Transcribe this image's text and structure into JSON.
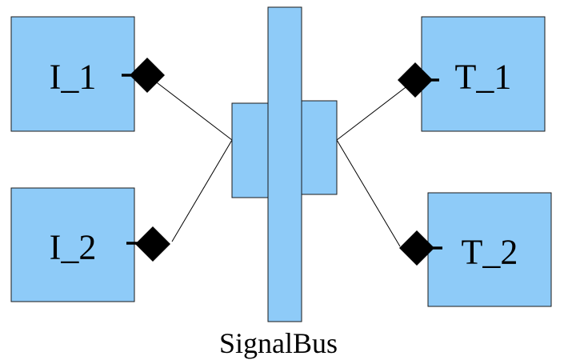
{
  "blocks": {
    "initiator_1": {
      "label": "I_1"
    },
    "initiator_2": {
      "label": "I_2"
    },
    "target_1": {
      "label": "T_1"
    },
    "target_2": {
      "label": "T_2"
    }
  },
  "bus": {
    "label": "SignalBus"
  },
  "colors": {
    "block_fill": "#8ecbf8",
    "outline": "#1a1a1a",
    "port": "#000000",
    "background": "#ffffff"
  }
}
